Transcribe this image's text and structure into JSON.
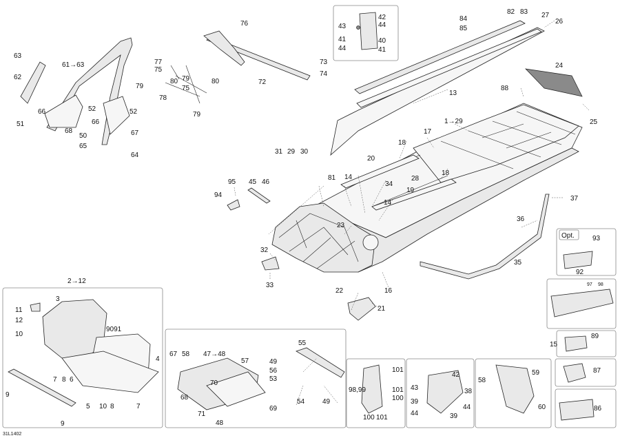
{
  "diagram_code": "31L1402",
  "opt_label": "Opt.",
  "callouts": {
    "c1_29": "1→29",
    "c2_12": "2→12",
    "c61_63": "61→63",
    "c47_48": "47→48",
    "c9091": "9091",
    "c98_99": "98,99",
    "n3": "3",
    "n4": "4",
    "n5": "5",
    "n6": "6",
    "n7a": "7",
    "n7b": "7",
    "n8a": "8",
    "n8b": "8",
    "n9a": "9",
    "n9b": "9",
    "n10a": "10",
    "n10b": "10",
    "n11": "11",
    "n12": "12",
    "n13": "13",
    "n14a": "14",
    "n14b": "14",
    "n15": "15",
    "n16": "16",
    "n17": "17",
    "n18a": "18",
    "n18b": "18",
    "n19": "19",
    "n20": "20",
    "n21": "21",
    "n22": "22",
    "n23": "23",
    "n24": "24",
    "n25": "25",
    "n26": "26",
    "n27": "27",
    "n28": "28",
    "n29": "29",
    "n30": "30",
    "n31": "31",
    "n32": "32",
    "n33": "33",
    "n34": "34",
    "n35": "35",
    "n36": "36",
    "n37": "37",
    "n38": "38",
    "n39a": "39",
    "n39b": "39",
    "n40": "40",
    "n41a": "41",
    "n41b": "41",
    "n42a": "42",
    "n42b": "42",
    "n43a": "43",
    "n43b": "43",
    "n44a": "44",
    "n44b": "44",
    "n44c": "44",
    "n44d": "44",
    "n45": "45",
    "n46": "46",
    "n49a": "49",
    "n49b": "49",
    "n50": "50",
    "n51": "51",
    "n52a": "52",
    "n52b": "52",
    "n53": "53",
    "n54": "54",
    "n55": "55",
    "n56": "56",
    "n57": "57",
    "n58a": "58",
    "n58b": "58",
    "n59": "59",
    "n60": "60",
    "n62": "62",
    "n63": "63",
    "n64": "64",
    "n65": "65",
    "n66a": "66",
    "n66b": "66",
    "n67a": "67",
    "n67b": "67",
    "n68a": "68",
    "n68b": "68",
    "n69": "69",
    "n70": "70",
    "n71": "71",
    "n48": "48",
    "n72": "72",
    "n73": "73",
    "n74": "74",
    "n75a": "75",
    "n75b": "75",
    "n76": "76",
    "n77": "77",
    "n78": "78",
    "n79a": "79",
    "n79b": "79",
    "n79c": "79",
    "n80a": "80",
    "n80b": "80",
    "n81": "81",
    "n82": "82",
    "n83": "83",
    "n84": "84",
    "n85": "85",
    "n86": "86",
    "n87": "87",
    "n88": "88",
    "n89": "89",
    "n92": "92",
    "n93": "93",
    "n94": "94",
    "n95": "95",
    "n97": "97",
    "n98": "98",
    "n100a": "100",
    "n100b": "100",
    "n101a": "101",
    "n101b": "101",
    "n101c": "101"
  }
}
